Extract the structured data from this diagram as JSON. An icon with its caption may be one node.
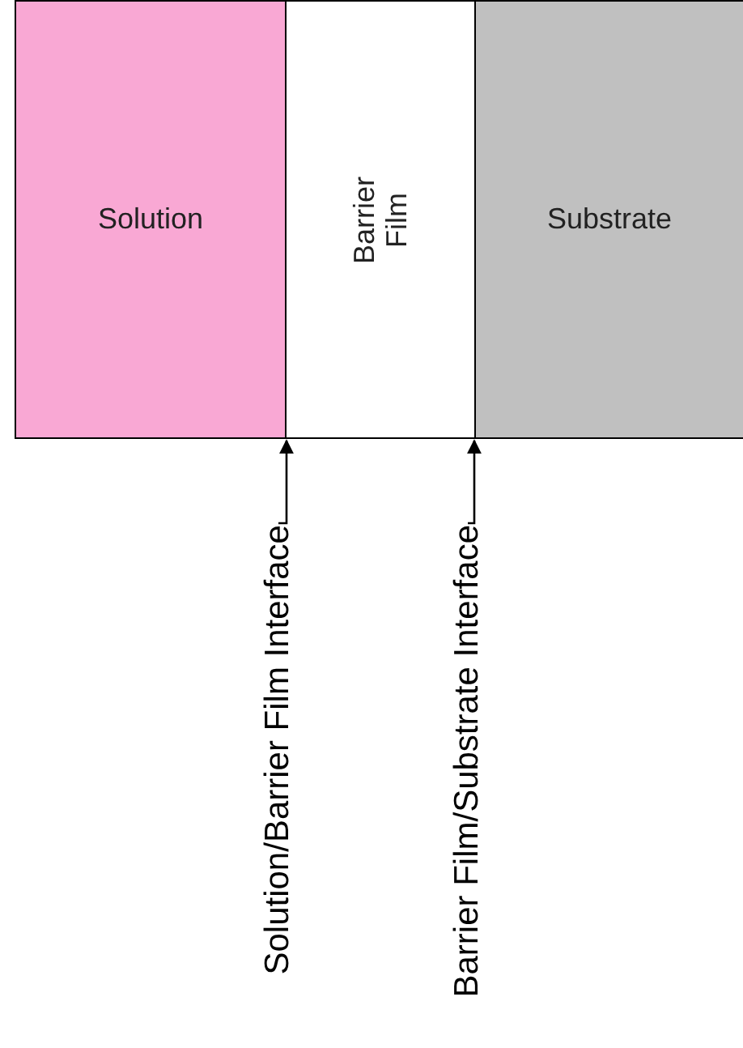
{
  "diagram": {
    "nodes": [
      {
        "text": [
          "Solution"
        ]
      },
      {
        "text": [
          "Barrier Film"
        ]
      },
      {
        "text": [
          "Substrate"
        ]
      },
      {
        "text": [
          "Solution/Barrier Film Interface"
        ]
      },
      {
        "text": [
          "Barrier Film/Substrate Interface"
        ]
      }
    ],
    "edges": [
      {
        "from": 3,
        "to": 1,
        "arrow": "to"
      },
      {
        "from": 4,
        "to": 1,
        "arrow": "to"
      }
    ]
  }
}
